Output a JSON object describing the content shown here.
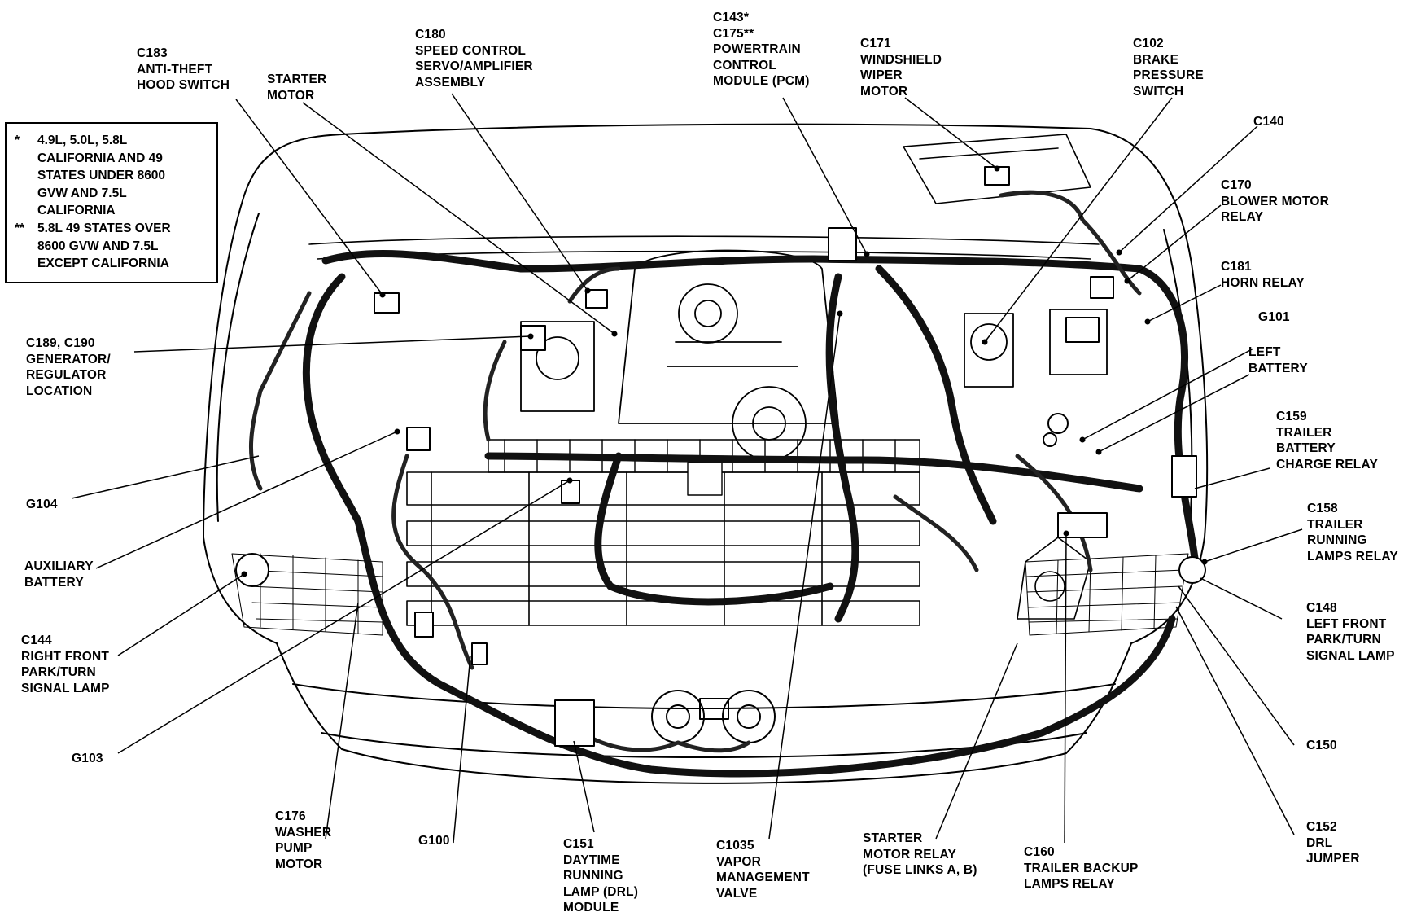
{
  "legend": {
    "notes": [
      {
        "marker": "*",
        "text": "4.9L, 5.0L, 5.8L\nCALIFORNIA AND 49\nSTATES UNDER 8600\nGVW AND 7.5L\nCALIFORNIA"
      },
      {
        "marker": "**",
        "text": "5.8L 49 STATES OVER\n8600 GVW AND 7.5L\nEXCEPT CALIFORNIA"
      }
    ]
  },
  "callouts": {
    "c183": "C183\nANTI-THEFT\nHOOD SWITCH",
    "starter_motor": "STARTER\nMOTOR",
    "c180": "C180\nSPEED CONTROL\nSERVO/AMPLIFIER\nASSEMBLY",
    "c143": "C143*\nC175**\nPOWERTRAIN\nCONTROL\nMODULE (PCM)",
    "c171": "C171\nWINDSHIELD\nWIPER\nMOTOR",
    "c102": "C102\nBRAKE\nPRESSURE\nSWITCH",
    "c140": "C140",
    "c170": "C170\nBLOWER MOTOR\nRELAY",
    "c181": "C181\nHORN RELAY",
    "g101": "G101",
    "left_battery": "LEFT\nBATTERY",
    "c159": "C159\nTRAILER\nBATTERY\nCHARGE RELAY",
    "c158": "C158\nTRAILER\nRUNNING\nLAMPS RELAY",
    "c148": "C148\nLEFT FRONT\nPARK/TURN\nSIGNAL LAMP",
    "c150": "C150",
    "c152": "C152\nDRL\nJUMPER",
    "c160": "C160\nTRAILER BACKUP\nLAMPS RELAY",
    "starter_relay": "STARTER\nMOTOR RELAY\n(FUSE LINKS A, B)",
    "c1035": "C1035\nVAPOR\nMANAGEMENT\nVALVE",
    "c151": "C151\nDAYTIME\nRUNNING\nLAMP (DRL)\nMODULE",
    "g100": "G100",
    "c176": "C176\nWASHER\nPUMP\nMOTOR",
    "g103": "G103",
    "c144": "C144\nRIGHT FRONT\nPARK/TURN\nSIGNAL LAMP",
    "aux_battery": "AUXILIARY\nBATTERY",
    "g104": "G104",
    "c189": "C189, C190\nGENERATOR/\nREGULATOR\nLOCATION"
  }
}
